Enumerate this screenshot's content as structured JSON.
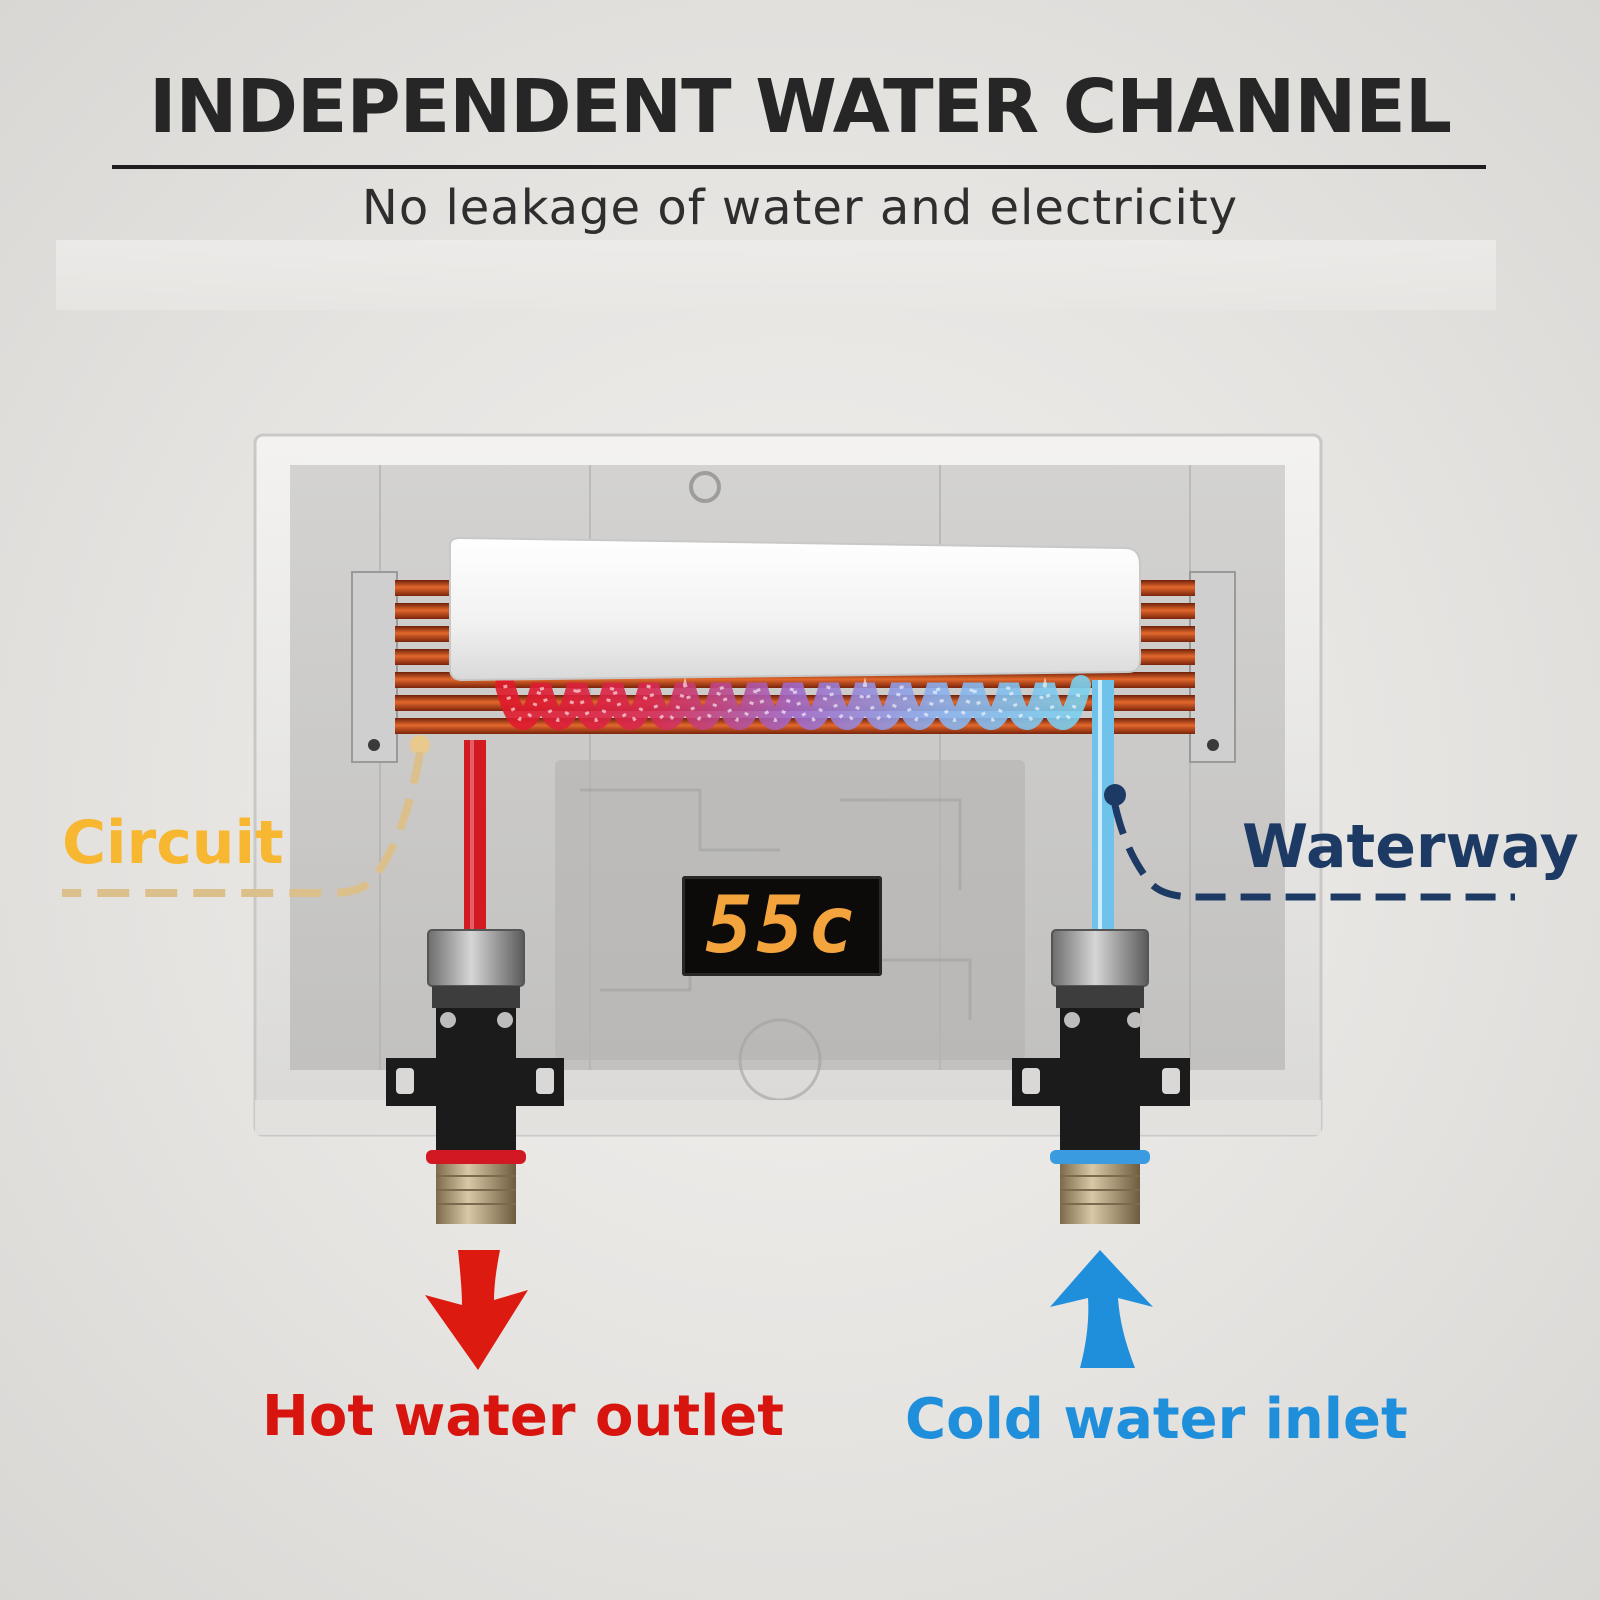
{
  "header": {
    "title": "INDEPENDENT WATER CHANNEL",
    "subtitle": "No leakage of water and electricity"
  },
  "labels": {
    "circuit": "Circuit",
    "waterway": "Waterway",
    "hot_outlet": "Hot water outlet",
    "cold_inlet": "Cold water inlet"
  },
  "display": {
    "reading": "55c"
  },
  "colors": {
    "circuit": "#f7b731",
    "waterway": "#1c3a63",
    "hot": "#d8140f",
    "cold": "#1f8fdc",
    "copper": "#c8541e"
  },
  "icons": {
    "hot_arrow": "arrow-down-icon",
    "cold_arrow": "arrow-up-icon"
  }
}
